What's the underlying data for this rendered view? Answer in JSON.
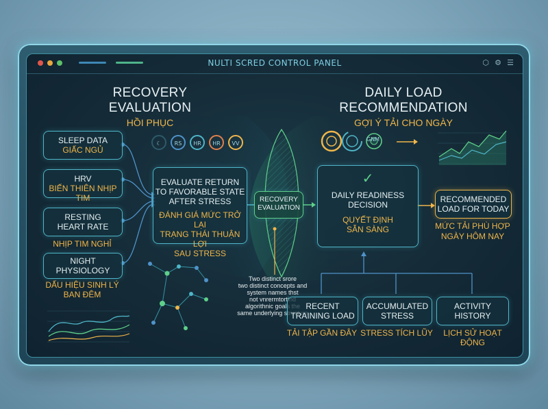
{
  "window": {
    "title": "NULTI SCRED CONTROL PANEL",
    "dots": [
      "#e0564b",
      "#e9a63d",
      "#5fbf6a"
    ]
  },
  "left_panel": {
    "title": "RECOVERY EVALUATION",
    "subtitle": "HỒI PHỤC",
    "inputs": [
      {
        "en": "SLEEP DATA",
        "vi": "GIẤC NGỦ"
      },
      {
        "en": "HRV",
        "vi": "BIẾN THIÊN NHỊP TIM"
      },
      {
        "en_line1": "RESTING",
        "en_line2": "HEART RATE",
        "vi": "NHỊP TIM NGHỈ"
      },
      {
        "en_line1": "NIGHT",
        "en_line2": "PHYSIOLOGY",
        "vi_line1": "DẤU HIỆU SINH LÝ",
        "vi_line2": "BAN ĐÊM"
      }
    ],
    "rings": [
      "RS",
      "HR",
      "HR",
      "VV"
    ],
    "evaluate": {
      "en_line1": "EVALUATE RETURN",
      "en_line2": "TO FAVORABLE STATE",
      "en_line3": "AFTER STRESS",
      "vi_line1": "ĐÁNH GIÁ MỨC TRỞ LẠI",
      "vi_line2": "TRẠNG THÁI THUẬN LỢI",
      "vi_line3": "SAU STRESS"
    }
  },
  "center": {
    "bridge_line1": "RECOVERY",
    "bridge_line2": "EVALUATION",
    "note": [
      "Two distinct srore",
      "two distinct concepts and",
      "system names thst",
      "not vnrermtortind",
      "algorithnic goals the",
      "same underlying structure"
    ]
  },
  "right_panel": {
    "title": "DAILY LOAD RECOMMENDATION",
    "subtitle": "GỢI Ý TẢI CHO NGÀY",
    "gauge_label": "GNM",
    "readiness": {
      "check": "✓",
      "en_line1": "DAILY READINESS",
      "en_line2": "DECISION",
      "vi_line1": "QUYẾT ĐỊNH",
      "vi_line2": "SẴN SÀNG"
    },
    "recommended": {
      "en_line1": "RECOMMENDED",
      "en_line2": "LOAD FOR TODAY",
      "vi_line1": "MỨC TẢI PHÙ HỢP",
      "vi_line2": "NGÀY HÔM NAY"
    },
    "factors": [
      {
        "en_line1": "RECENT",
        "en_line2": "TRAINING LOAD",
        "vi": "TẢI TẬP GẦN ĐÂY"
      },
      {
        "en_line1": "ACCUMULATED",
        "en_line2": "STRESS",
        "vi": "STRESS TÍCH LŨY"
      },
      {
        "en_line1": "ACTIVITY",
        "en_line2": "HISTORY",
        "vi": "LỊCH SỬ HOẠT ĐỘNG"
      }
    ]
  },
  "colors": {
    "accent_teal": "#4fb6c9",
    "accent_orange": "#f0b64a",
    "accent_green": "#5fd08a"
  },
  "icons": [
    "settings-icon",
    "hexagon-icon",
    "menu-icon",
    "check-icon"
  ]
}
